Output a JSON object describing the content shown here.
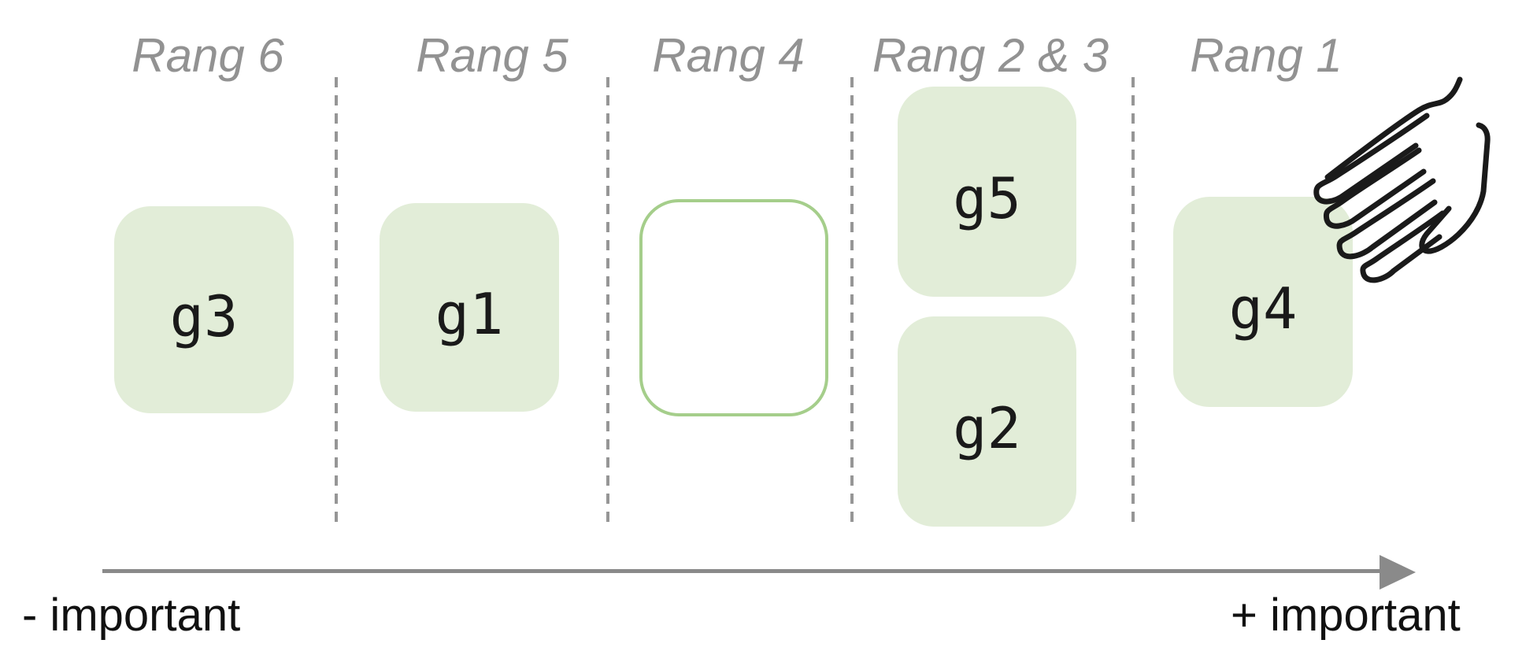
{
  "columns": [
    {
      "rank_label": "Rang 6",
      "cards": [
        {
          "label": "g3"
        }
      ]
    },
    {
      "rank_label": "Rang 5",
      "cards": [
        {
          "label": "g1"
        }
      ]
    },
    {
      "rank_label": "Rang 4",
      "cards": [
        {
          "label": "",
          "empty_slot": true
        }
      ]
    },
    {
      "rank_label": "Rang 2 & 3",
      "cards": [
        {
          "label": "g5"
        },
        {
          "label": "g2"
        }
      ]
    },
    {
      "rank_label": "Rang 1",
      "cards": [
        {
          "label": "g4"
        }
      ]
    }
  ],
  "axis": {
    "less_label": "- important",
    "more_label": "+ important"
  },
  "icons": {
    "hand": "hand-drag-icon"
  },
  "colors": {
    "card_fill": "#e2edd8",
    "empty_slot_border": "#a5ce8b",
    "divider": "#969696",
    "arrow": "#8a8a8a",
    "header_text": "#929292",
    "label_text": "#1a1a1a"
  }
}
